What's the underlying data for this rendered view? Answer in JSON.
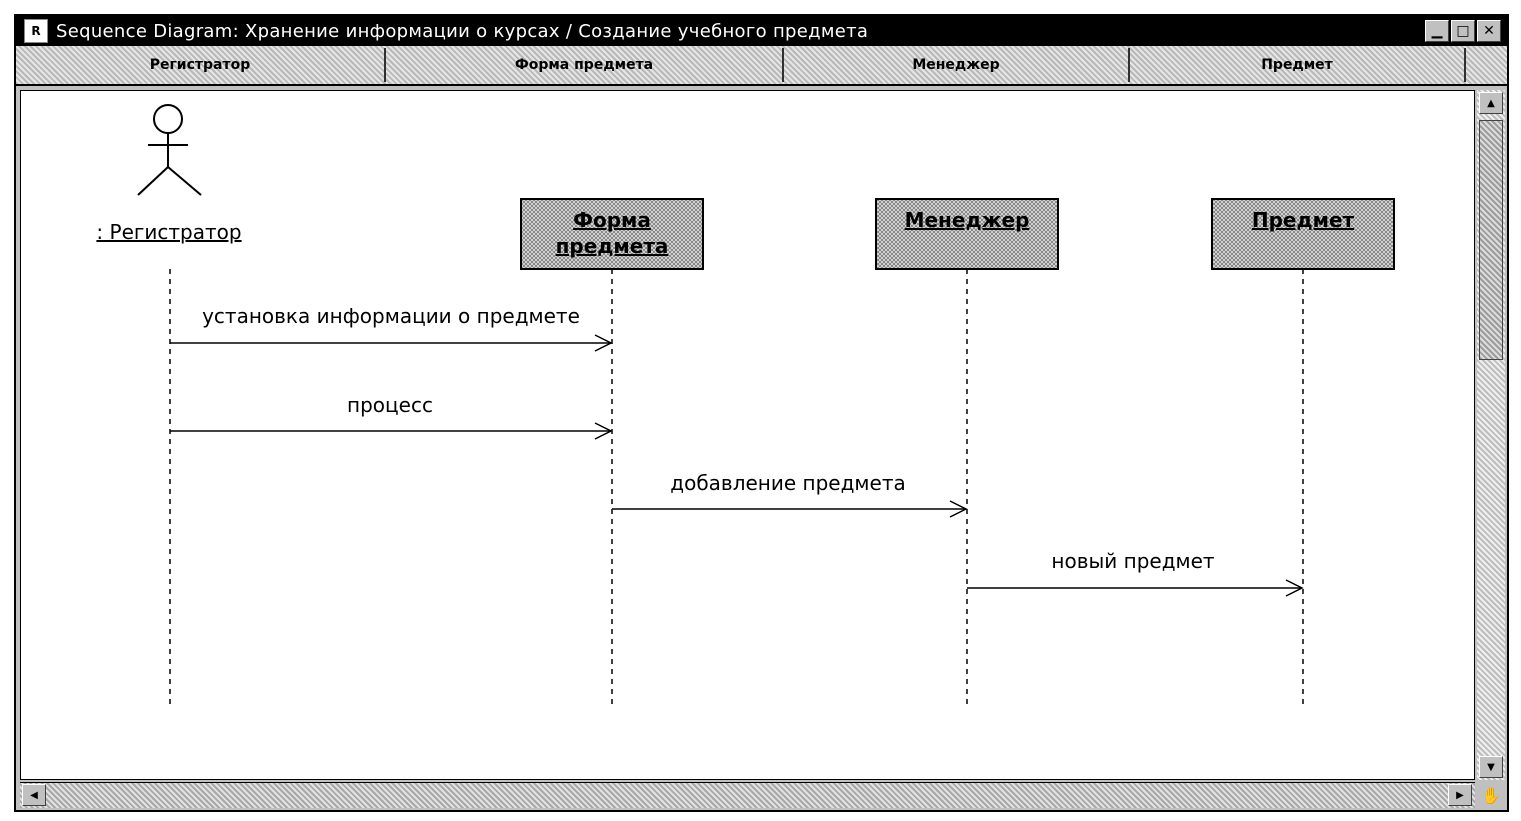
{
  "window": {
    "title": "Sequence Diagram: Хранение информации о курсах / Создание учебного предмета",
    "app_icon": "rose-icon",
    "buttons": [
      "minimize-icon",
      "maximize-icon",
      "close-icon"
    ]
  },
  "header": {
    "columns": [
      "Регистратор",
      "Форма предмета",
      "Менеджер",
      "Предмет"
    ]
  },
  "diagram": {
    "actor": {
      "label": ": Регистратор"
    },
    "objects": [
      {
        "line1": "Форма",
        "line2": "предмета"
      },
      {
        "line1": "Менеджер",
        "line2": ""
      },
      {
        "line1": "Предмет",
        "line2": ""
      }
    ],
    "messages": [
      {
        "label": "установка информации о предмете",
        "from": 0,
        "to": 1
      },
      {
        "label": "процесс",
        "from": 0,
        "to": 1
      },
      {
        "label": "добавление предмета",
        "from": 1,
        "to": 2
      },
      {
        "label": "новый предмет",
        "from": 2,
        "to": 3
      }
    ]
  },
  "colors": {
    "object_fill": "#b3b3b3",
    "line": "#000000",
    "title_bar": "#000000"
  }
}
